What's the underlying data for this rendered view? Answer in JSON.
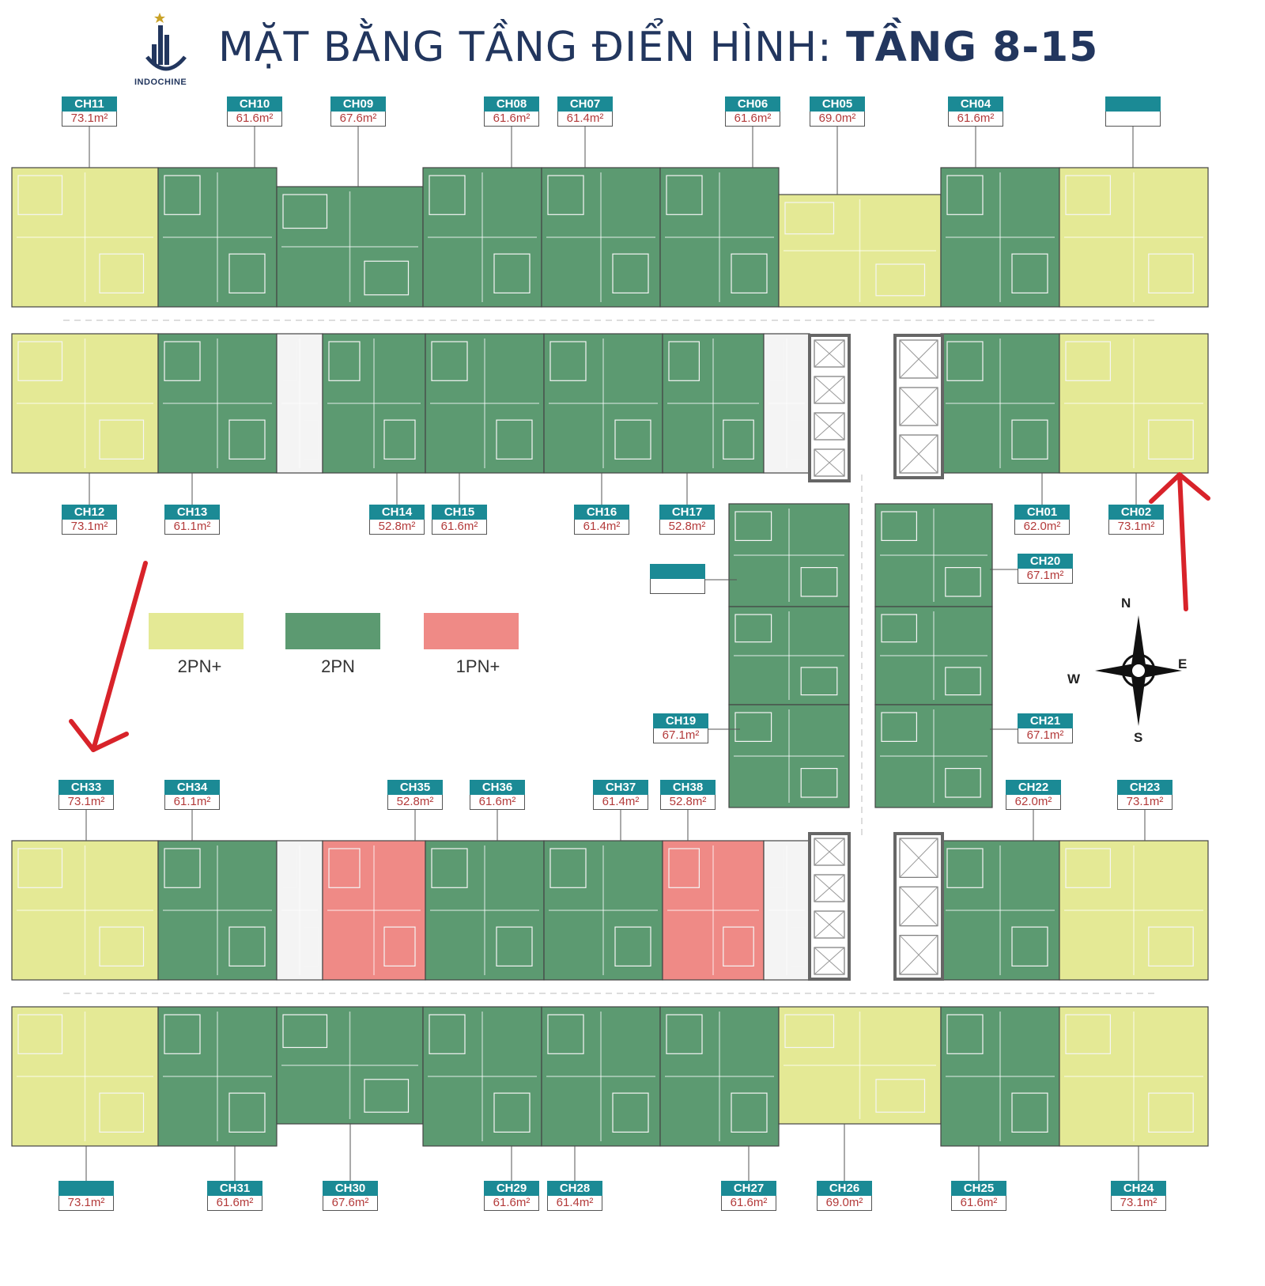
{
  "title": {
    "main": "MẶT BẰNG TẦNG ĐIỂN HÌNH:",
    "bold": "TẦNG 8-15"
  },
  "brand": "INDOCHINE",
  "colors": {
    "two_br_plus": "#e4e995",
    "two_br": "#5c9a71",
    "one_br_plus": "#ef8a86",
    "tag": "#1b8a95",
    "area_text": "#b33a3a",
    "arrow": "#d8232a"
  },
  "legend": [
    {
      "label": "2PN+",
      "color": "#e4e995"
    },
    {
      "label": "2PN",
      "color": "#5c9a71"
    },
    {
      "label": "1PN+",
      "color": "#ef8a86"
    }
  ],
  "compass": {
    "n": "N",
    "e": "E",
    "s": "S",
    "w": "W"
  },
  "units": [
    {
      "code": "CH11",
      "area": "73.1m²"
    },
    {
      "code": "CH10",
      "area": "61.6m²"
    },
    {
      "code": "CH09",
      "area": "67.6m²"
    },
    {
      "code": "CH08",
      "area": "61.6m²"
    },
    {
      "code": "CH07",
      "area": "61.4m²"
    },
    {
      "code": "CH06",
      "area": "61.6m²"
    },
    {
      "code": "CH05",
      "area": "69.0m²"
    },
    {
      "code": "CH04",
      "area": "61.6m²"
    },
    {
      "code": "",
      "area": ""
    },
    {
      "code": "CH12",
      "area": "73.1m²"
    },
    {
      "code": "CH13",
      "area": "61.1m²"
    },
    {
      "code": "CH14",
      "area": "52.8m²"
    },
    {
      "code": "CH15",
      "area": "61.6m²"
    },
    {
      "code": "CH16",
      "area": "61.4m²"
    },
    {
      "code": "CH17",
      "area": "52.8m²"
    },
    {
      "code": "CH01",
      "area": "62.0m²"
    },
    {
      "code": "CH02",
      "area": "73.1m²"
    },
    {
      "code": "CH20",
      "area": "67.1m²"
    },
    {
      "code": "",
      "area": ""
    },
    {
      "code": "CH19",
      "area": "67.1m²"
    },
    {
      "code": "CH21",
      "area": "67.1m²"
    },
    {
      "code": "CH33",
      "area": "73.1m²"
    },
    {
      "code": "CH34",
      "area": "61.1m²"
    },
    {
      "code": "CH35",
      "area": "52.8m²"
    },
    {
      "code": "CH36",
      "area": "61.6m²"
    },
    {
      "code": "CH37",
      "area": "61.4m²"
    },
    {
      "code": "CH38",
      "area": "52.8m²"
    },
    {
      "code": "CH22",
      "area": "62.0m²"
    },
    {
      "code": "CH23",
      "area": "73.1m²"
    },
    {
      "code": "",
      "area": "73.1m²"
    },
    {
      "code": "CH31",
      "area": "61.6m²"
    },
    {
      "code": "CH30",
      "area": "67.6m²"
    },
    {
      "code": "CH29",
      "area": "61.6m²"
    },
    {
      "code": "CH28",
      "area": "61.4m²"
    },
    {
      "code": "CH27",
      "area": "61.6m²"
    },
    {
      "code": "CH26",
      "area": "69.0m²"
    },
    {
      "code": "CH25",
      "area": "61.6m²"
    },
    {
      "code": "CH24",
      "area": "73.1m²"
    }
  ]
}
